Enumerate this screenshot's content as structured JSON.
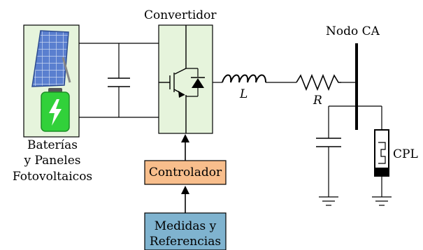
{
  "colors": {
    "block_fill": "#e6f4dc",
    "block_stroke": "#000000",
    "controller_fill": "#f8be8c",
    "measures_fill": "#7fb3cf",
    "battery_green": "#31d13a",
    "panel_blue": "#3b5fb0",
    "wire": "#000000"
  },
  "icons": {
    "solar": "solar-panel-icon",
    "battery": "battery-icon",
    "igbt": "igbt-icon",
    "diode": "diode-icon",
    "capacitor": "capacitor-icon",
    "inductor": "inductor-icon",
    "resistor": "resistor-icon",
    "ground": "ground-icon"
  },
  "labels": {
    "converter": "Convertidor",
    "source_line1": "Baterías",
    "source_line2": "y Paneles",
    "source_line3": "Fotovoltaicos",
    "inductor": "L",
    "resistor": "R",
    "ac_node": "Nodo CA",
    "cpl": "CPL",
    "controller": "Controlador",
    "measures_line1": "Medidas y",
    "measures_line2": "Referencias"
  }
}
